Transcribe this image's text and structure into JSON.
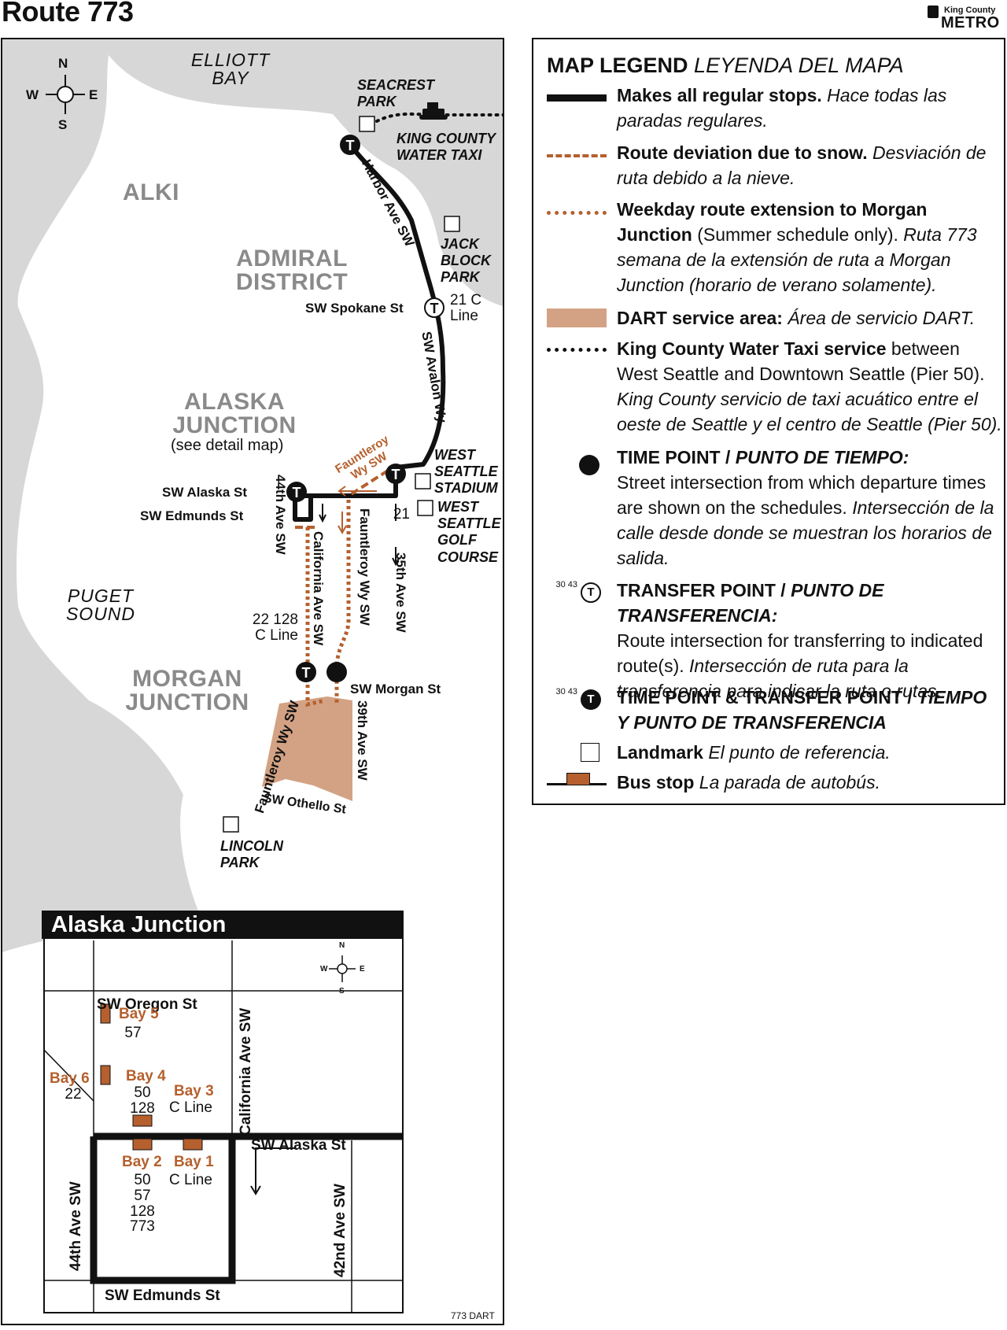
{
  "header": {
    "title": "Route 773",
    "logo_small": "King County",
    "logo_big": "METRO"
  },
  "map": {
    "compass": {
      "n": "N",
      "s": "S",
      "e": "E",
      "w": "W"
    },
    "water": {
      "elliott_bay": "ELLIOTT BAY",
      "puget_sound": "PUGET SOUND"
    },
    "neighborhoods": {
      "alki": "ALKI",
      "admiral": "ADMIRAL DISTRICT",
      "alaska": "ALASKA JUNCTION",
      "alaska_note": "(see detail map)",
      "morgan": "MORGAN JUNCTION"
    },
    "landmarks": {
      "seacrest": "SEACREST PARK",
      "water_taxi": "KING COUNTY WATER TAXI",
      "jack_block": "JACK BLOCK PARK",
      "stadium": "WEST SEATTLE STADIUM",
      "golf": "WEST SEATTLE GOLF COURSE",
      "lincoln": "LINCOLN PARK"
    },
    "streets": {
      "harbor": "Harbor Ave SW",
      "spokane": "SW Spokane St",
      "avalon": "SW Avalon Wy",
      "fauntleroy_detour": "Fauntleroy Wy SW",
      "alaska": "SW Alaska St",
      "edmunds": "SW Edmunds St",
      "ave44": "44th Ave SW",
      "california": "California Ave SW",
      "fauntleroy": "Fauntleroy Wy SW",
      "ave35": "35th Ave SW",
      "morgan": "SW Morgan St",
      "ave39": "39th Ave SW",
      "fauntleroy_south": "Fauntleroy Wy SW",
      "othello": "SW Othello St"
    },
    "transfers": {
      "spokane": "21 C Line",
      "avalon": "21",
      "morgan": "22 128 C Line"
    }
  },
  "inset": {
    "title": "Alaska Junction",
    "compass": {
      "n": "N",
      "s": "S",
      "e": "E",
      "w": "W"
    },
    "streets": {
      "oregon": "SW Oregon St",
      "california": "California Ave SW",
      "alaska": "SW Alaska St",
      "ave44": "44th Ave SW",
      "ave42": "42nd Ave SW",
      "edmunds": "SW Edmunds St"
    },
    "bays": [
      {
        "name": "Bay 5",
        "routes": "57"
      },
      {
        "name": "Bay 6",
        "routes": "22"
      },
      {
        "name": "Bay 4",
        "routes": "50 128"
      },
      {
        "name": "Bay 3",
        "routes": "C Line"
      },
      {
        "name": "Bay 2",
        "routes": "50 57 128 773"
      },
      {
        "name": "Bay 1",
        "routes": "C Line"
      }
    ]
  },
  "legend": {
    "title_en": "MAP LEGEND",
    "title_es": "LEYENDA DEL MAPA",
    "items": [
      {
        "bold": "Makes all regular stops.",
        "text": "",
        "italic": "Hace todas las paradas regulares."
      },
      {
        "bold": "Route deviation due to snow.",
        "text": "",
        "italic": "Desviación de ruta debido a la nieve."
      },
      {
        "bold": "Weekday route extension to Morgan Junction",
        "text": "(Summer schedule only).",
        "italic": "Ruta 773 semana de la extensión de ruta a Morgan Junction (horario de verano solamente)."
      },
      {
        "bold": "DART service area:",
        "text": "",
        "italic": "Área de servicio DART."
      },
      {
        "bold": "King County Water Taxi service",
        "text": "between West Seattle and Downtown Seattle (Pier 50).",
        "italic": "King County servicio de taxi acuático entre el oeste de Seattle y el centro de Seattle (Pier 50)."
      },
      {
        "bold": "TIME POINT /",
        "text": "",
        "italic": "PUNTO DE TIEMPO:"
      },
      {
        "bold": "TRANSFER POINT /",
        "text": "",
        "italic": "PUNTO DE TRANSFERENCIA:"
      },
      {
        "bold": "TIME POINT & TRANSFER POINT /",
        "text": "",
        "italic": "TIEMPO Y PUNTO DE TRANSFERENCIA"
      },
      {
        "bold": "Landmark",
        "text": "",
        "italic": "El punto de referencia."
      },
      {
        "bold": "Bus stop",
        "text": "",
        "italic": "La parada de autobús."
      }
    ],
    "time_point_desc": "Street intersection from which departure times are shown on the schedules.",
    "time_point_desc_es": "Intersección de la calle desde donde se muestran los horarios de salida.",
    "transfer_desc": "Route intersection for transferring to indicated route(s).",
    "transfer_desc_es": "Intersección de ruta para la transferencia para indicar la ruta o rutas.",
    "sample_routes": "30 43",
    "time_symbol": "T"
  },
  "footer": {
    "code": "773 DART"
  },
  "colors": {
    "route": "#111111",
    "deviation": "#b5602e",
    "dart": "#d3a284",
    "water": "#d7d7d7",
    "land": "#ffffff"
  }
}
